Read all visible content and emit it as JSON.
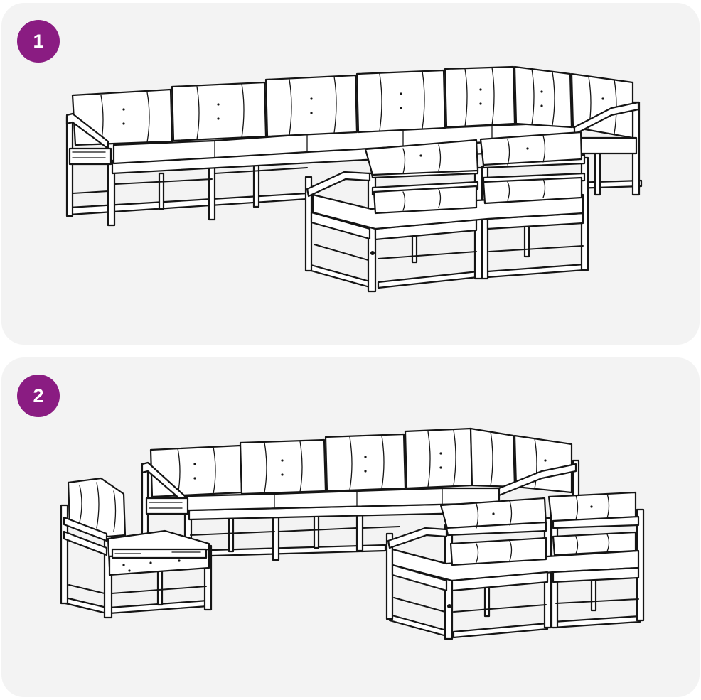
{
  "steps": [
    {
      "number": "1",
      "label": "step-1"
    },
    {
      "number": "2",
      "label": "step-2"
    }
  ],
  "colors": {
    "badge": "#8a1c82",
    "panel_background": "#f3f3f3",
    "line": "#151515"
  }
}
